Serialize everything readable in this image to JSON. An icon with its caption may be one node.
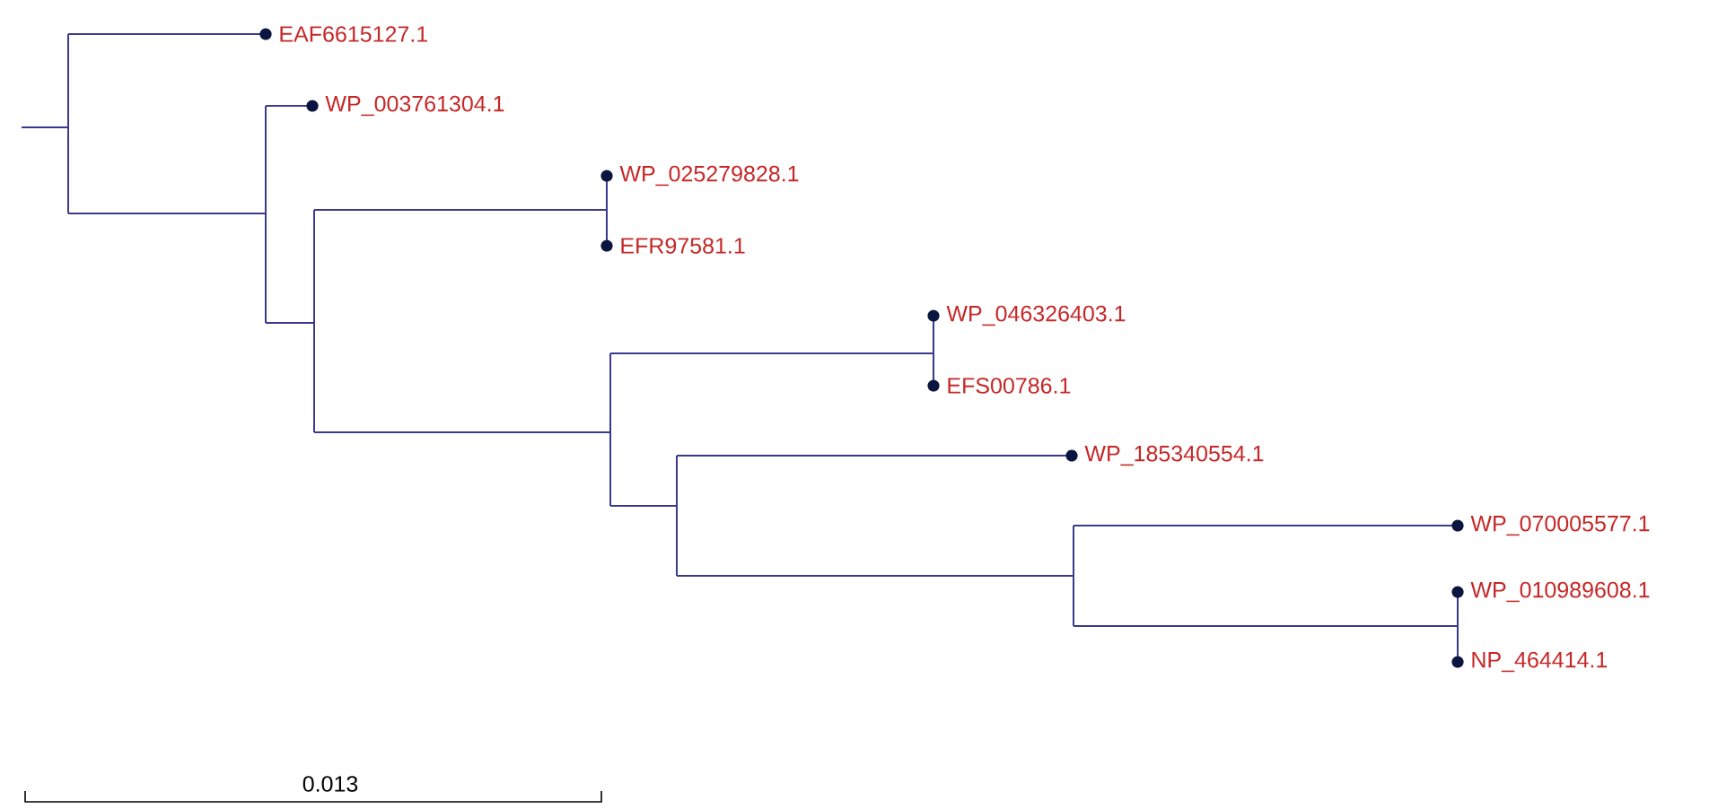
{
  "diagram": {
    "nodes": [
      {
        "text": [
          "EAF6615127.1"
        ]
      },
      {
        "text": [
          "WP_003761304.1"
        ]
      },
      {
        "text": [
          "WP_025279828.1"
        ]
      },
      {
        "text": [
          "EFR97581.1"
        ]
      },
      {
        "text": [
          "WP_046326403.1"
        ]
      },
      {
        "text": [
          "EFS00786.1"
        ]
      },
      {
        "text": [
          "WP_185340554.1"
        ]
      },
      {
        "text": [
          "WP_070005577.1"
        ]
      },
      {
        "text": [
          "WP_010989608.1"
        ]
      },
      {
        "text": [
          "NP_464414.1"
        ]
      }
    ],
    "labels": [
      "0.013"
    ]
  }
}
